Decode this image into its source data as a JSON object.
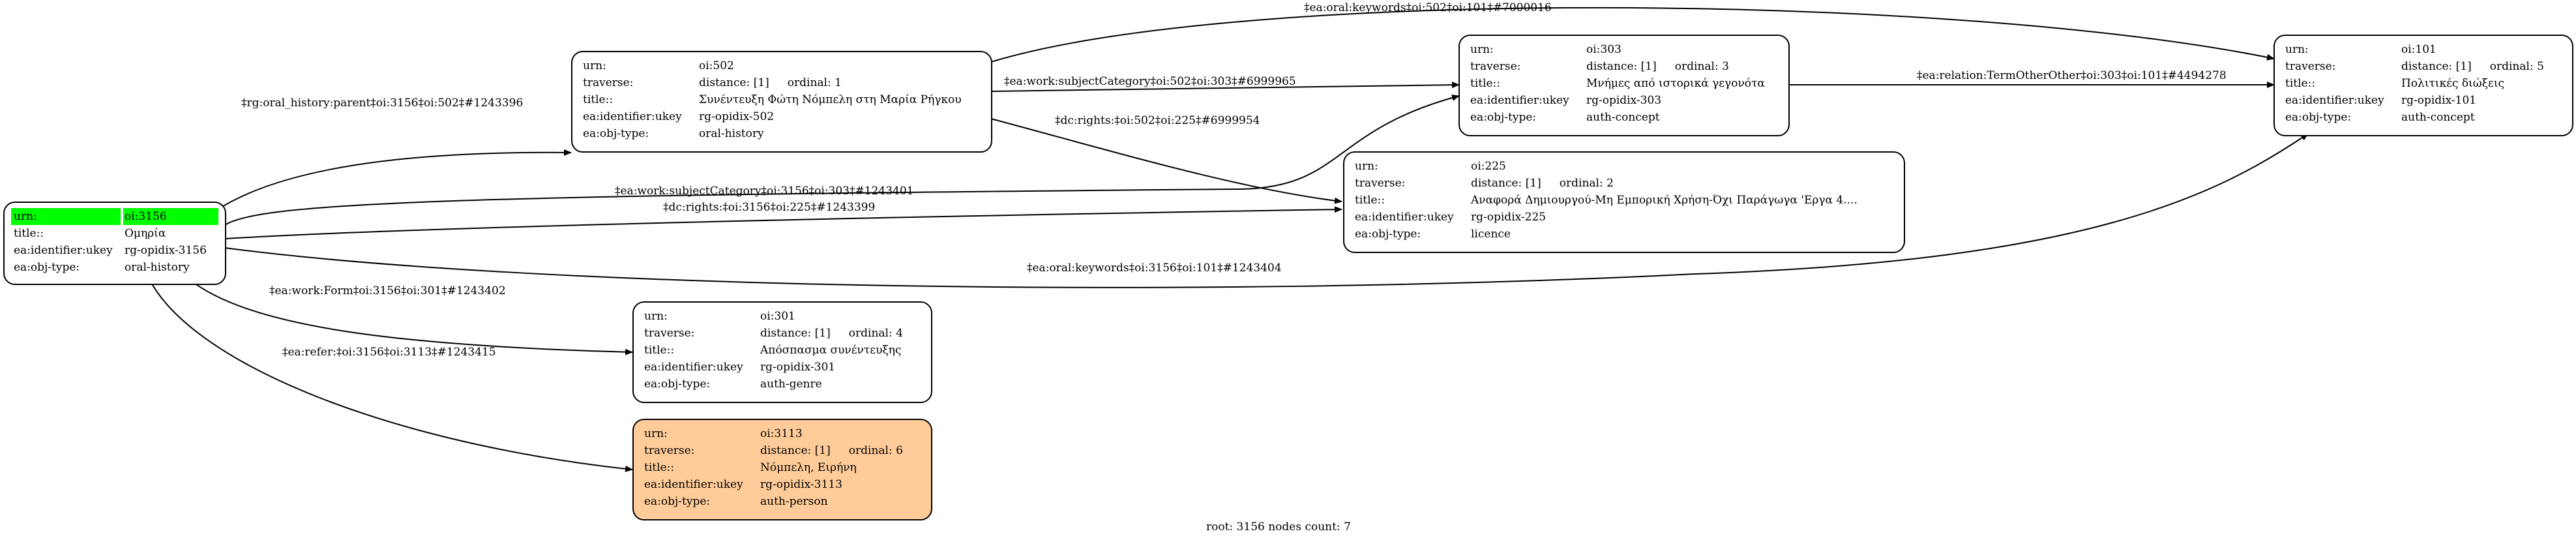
{
  "graph": {
    "footer": "root: 3156 nodes count: 7",
    "colors": {
      "root_highlight": "#00ff00",
      "person_fill": "#ffcc99",
      "default_fill": "#ffffff",
      "stroke": "#000000"
    },
    "nodes": [
      {
        "id": "3156",
        "urn": "oi:3156",
        "title": "Ομηρία",
        "ukey": "rg-opidix-3156",
        "obj_type": "oral-history",
        "root": true
      },
      {
        "id": "502",
        "urn": "oi:502",
        "distance": "distance: [1]",
        "ordinal": "ordinal: 1",
        "title": "Συνέντευξη Φώτη Νόμπελη στη Μαρία Ρήγκου",
        "ukey": "rg-opidix-502",
        "obj_type": "oral-history"
      },
      {
        "id": "303",
        "urn": "oi:303",
        "distance": "distance: [1]",
        "ordinal": "ordinal: 3",
        "title": "Μνήμες από ιστορικά γεγονότα",
        "ukey": "rg-opidix-303",
        "obj_type": "auth-concept"
      },
      {
        "id": "225",
        "urn": "oi:225",
        "distance": "distance: [1]",
        "ordinal": "ordinal: 2",
        "title": "Αναφορά Δημιουργού-Μη Εμπορική Χρήση-Όχι Παράγωγα 'Εργα 4....",
        "ukey": "rg-opidix-225",
        "obj_type": "licence"
      },
      {
        "id": "101",
        "urn": "oi:101",
        "distance": "distance: [1]",
        "ordinal": "ordinal: 5",
        "title": "Πολιτικές διώξεις",
        "ukey": "rg-opidix-101",
        "obj_type": "auth-concept"
      },
      {
        "id": "301",
        "urn": "oi:301",
        "distance": "distance: [1]",
        "ordinal": "ordinal: 4",
        "title": "Απόσπασμα συνέντευξης",
        "ukey": "rg-opidix-301",
        "obj_type": "auth-genre"
      },
      {
        "id": "3113",
        "urn": "oi:3113",
        "distance": "distance: [1]",
        "ordinal": "ordinal: 6",
        "title": "Νόμπελη, Ειρήνη",
        "ukey": "rg-opidix-3113",
        "obj_type": "auth-person"
      }
    ],
    "field_labels": {
      "urn": "urn:",
      "traverse": "traverse:",
      "title": "title::",
      "ukey": "ea:identifier:ukey",
      "obj_type": "ea:obj-type:"
    },
    "edges": [
      {
        "from": "3156",
        "to": "502",
        "label": "‡rg:oral_history:parent‡oi:3156‡oi:502‡#1243396"
      },
      {
        "from": "502",
        "to": "101",
        "label": "‡ea:oral:keywords‡oi:502‡oi:101‡#7000016"
      },
      {
        "from": "502",
        "to": "303",
        "label": "‡ea:work:subjectCategory‡oi:502‡oi:303‡#6999965"
      },
      {
        "from": "502",
        "to": "225",
        "label": "‡dc:rights:‡oi:502‡oi:225‡#6999954"
      },
      {
        "from": "303",
        "to": "101",
        "label": "‡ea:relation:TermOtherOther‡oi:303‡oi:101‡#4494278"
      },
      {
        "from": "3156",
        "to": "303",
        "label": "‡ea:work:subjectCategory‡oi:3156‡oi:303‡#1243401"
      },
      {
        "from": "3156",
        "to": "225",
        "label": "‡dc:rights:‡oi:3156‡oi:225‡#1243399"
      },
      {
        "from": "3156",
        "to": "101",
        "label": "‡ea:oral:keywords‡oi:3156‡oi:101‡#1243404"
      },
      {
        "from": "3156",
        "to": "301",
        "label": "‡ea:work:Form‡oi:3156‡oi:301‡#1243402"
      },
      {
        "from": "3156",
        "to": "3113",
        "label": "‡ea:refer:‡oi:3156‡oi:3113‡#1243415"
      }
    ]
  }
}
